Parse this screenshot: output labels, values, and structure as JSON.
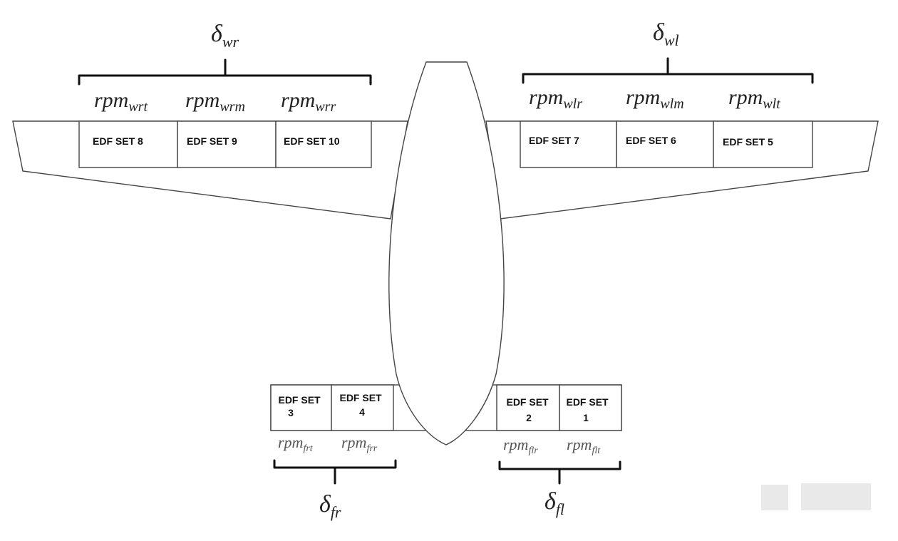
{
  "wing_groups": {
    "right": {
      "delta": {
        "symbol": "δ",
        "sub": "wr"
      },
      "cells": [
        {
          "label": "EDF SET 8",
          "rpm_sub": "wrt"
        },
        {
          "label": "EDF SET 9",
          "rpm_sub": "wrm"
        },
        {
          "label": "EDF SET 10",
          "rpm_sub": "wrr"
        }
      ]
    },
    "left": {
      "delta": {
        "symbol": "δ",
        "sub": "wl"
      },
      "cells": [
        {
          "label": "EDF SET 7",
          "rpm_sub": "wlr"
        },
        {
          "label": "EDF SET 6",
          "rpm_sub": "wlm"
        },
        {
          "label": "EDF SET 5",
          "rpm_sub": "wlt"
        }
      ]
    }
  },
  "front_groups": {
    "right": {
      "delta": {
        "symbol": "δ",
        "sub": "fr"
      },
      "cells": [
        {
          "label_line1": "EDF SET",
          "label_line2": "3",
          "rpm_sub": "frt"
        },
        {
          "label_line1": "EDF SET",
          "label_line2": "4",
          "rpm_sub": "frr"
        }
      ]
    },
    "left": {
      "delta": {
        "symbol": "δ",
        "sub": "fl"
      },
      "cells": [
        {
          "label_line1": "EDF SET",
          "label_line2": "2",
          "rpm_sub": "flr"
        },
        {
          "label_line1": "EDF SET",
          "label_line2": "1",
          "rpm_sub": "flt"
        }
      ]
    }
  },
  "rpm_base": "rpm"
}
